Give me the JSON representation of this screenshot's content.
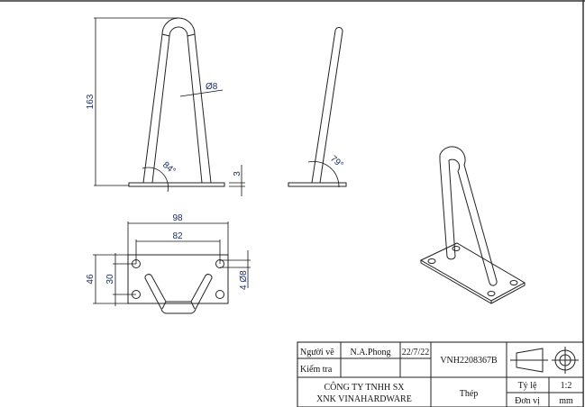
{
  "dimensions": {
    "height": "163",
    "diameter": "Ø8",
    "angle_front": "84°",
    "plate_thickness": "3",
    "angle_side": "79°",
    "width_outer": "98",
    "width_holes": "82",
    "depth_outer": "46",
    "depth_holes": "30",
    "holes": "4 Ø8"
  },
  "title_block": {
    "drawn_by_label": "Người vẽ",
    "drawn_by": "N.A.Phong",
    "date": "22/7/22",
    "drawing_number": "VNH2208367B",
    "checked_by_label": "Kiểm tra",
    "company_line1": "CÔNG TY TNHH SX",
    "company_line2": "XNK VINAHARDWARE",
    "material": "Thép",
    "scale_label": "Tỷ lệ",
    "scale": "1:2",
    "unit_label": "Đơn vị",
    "unit": "mm"
  }
}
